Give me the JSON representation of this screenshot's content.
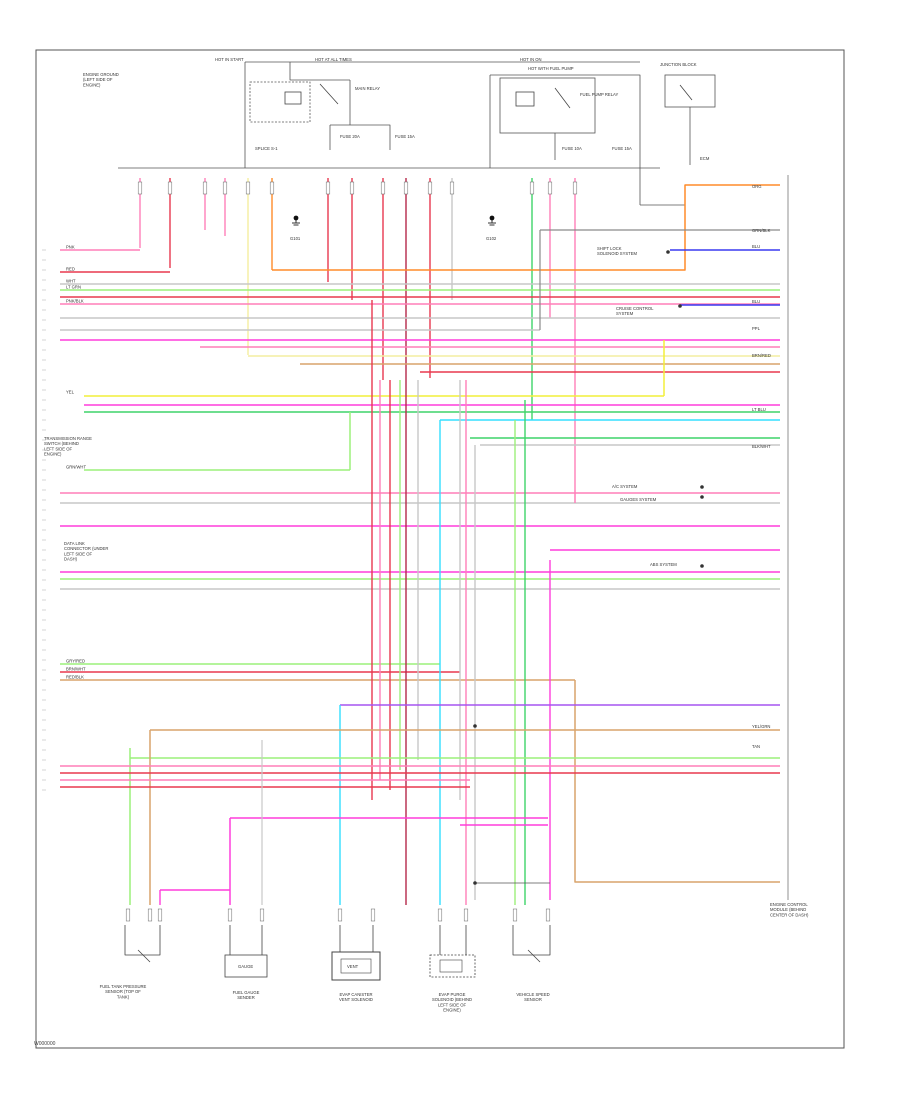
{
  "diagram": {
    "border_color": "#555555",
    "footer_code": "W000000",
    "colors": {
      "pink": "#ff7fb8",
      "red": "#e8384f",
      "dark_red": "#b5294a",
      "orange": "#ff8c2a",
      "yellow": "#f2ef3a",
      "light_yellow": "#f4eea0",
      "green": "#3fd46a",
      "light_green": "#9cf07a",
      "cyan": "#33dfff",
      "blue": "#3a3af0",
      "magenta": "#ff3ddc",
      "violet": "#a555f0",
      "tan": "#d9a46b",
      "gray": "#8a8a8a",
      "light_gray": "#c7c7c7",
      "dark_green": "#1aa84a"
    },
    "top_labels": {
      "hot_in_start": "HOT IN START",
      "hot_at_all_times": "HOT AT ALL TIMES",
      "hot_in_on": "HOT IN ON",
      "hot_with_fuel_pump": "HOT WITH FUEL PUMP",
      "fuse_a": "FUSE 20A",
      "fuse_b": "FUSE 15A",
      "fuse_c": "FUSE 10A",
      "fuse_d": "FUSE 15A",
      "relay_main": "MAIN RELAY",
      "relay_fuel": "FUEL PUMP RELAY",
      "left_ground_box": "ENGINE GROUND (LEFT SIDE OF ENGINE)",
      "splice_1": "SPLICE S-1",
      "ground_g101": "G101",
      "ground_g102": "G102",
      "junction_block": "JUNCTION BLOCK",
      "ecm_top": "ECM"
    },
    "left_labels": {
      "transmission_range": "TRANSMISSION RANGE SWITCH (BEHIND LEFT SIDE OF ENGINE)",
      "data_link": "DATA LINK CONNECTOR (UNDER LEFT SIDE OF DASH)",
      "wire_pnk": "PNK",
      "wire_lgrn": "LT GRN",
      "wire_wht": "WHT",
      "wire_red": "RED",
      "wire_pnk_blk": "PNK/BLK",
      "wire_ylw": "YEL",
      "wire_grn_wht": "GRN/WHT",
      "wire_gry_red": "GRY/RED",
      "wire_brn_wht": "BRN/WHT",
      "wire_red_blk": "RED/BLK"
    },
    "right_labels": {
      "ecm_block": "ENGINE CONTROL MODULE (BEHIND CENTER OF DASH)",
      "shift_lock": "SHIFT LOCK SOLENOID SYSTEM",
      "cruise_control": "CRUISE CONTROL SYSTEM",
      "ac_system": "A/C SYSTEM",
      "gauges": "GAUGES SYSTEM",
      "abs_system": "ABS SYSTEM",
      "wire_org": "ORG",
      "wire_grn_blk": "GRN/BLK",
      "wire_blu": "BLU",
      "wire_ppl": "PPL",
      "wire_brn_red": "BRN/RED",
      "wire_blk_wht": "BLK/WHT",
      "wire_lt_blu": "LT BLU",
      "wire_ylw_grn": "YEL/GRN",
      "wire_tan": "TAN"
    },
    "components": {
      "fuel_tank_sensor": "FUEL TANK PRESSURE SENSOR (TOP OF TANK)",
      "fuel_gauge": "FUEL GAUGE SENDER",
      "evap_vent": "EVAP CANISTER VENT SOLENOID",
      "evap_purge": "EVAP PURGE SOLENOID (BEHIND LEFT SIDE OF ENGINE)",
      "vehicle_speed": "VEHICLE SPEED SENSOR",
      "gauge_short": "GAUGE",
      "vent_short": "VENT"
    }
  }
}
